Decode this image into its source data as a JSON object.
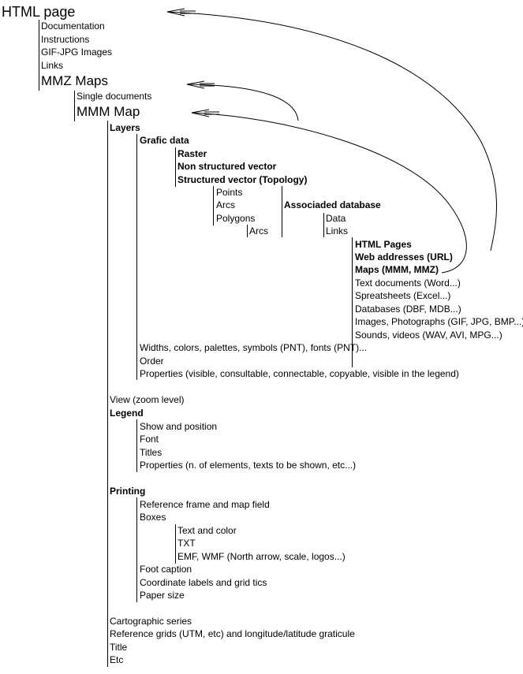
{
  "root": "HTML page",
  "html_children": [
    "Documentation",
    "Instructions",
    "GIF-JPG Images",
    "Links"
  ],
  "mmz": "MMZ Maps",
  "single_documents": "Single documents",
  "mmm": "MMM Map",
  "layers": "Layers",
  "grafic_data": "Grafic data",
  "grafic_children": [
    "Raster",
    "Non structured vector",
    "Structured vector (Topology)"
  ],
  "topology_children": [
    "Points",
    "Arcs",
    "Polygons"
  ],
  "polygon_arcs": "Arcs",
  "associated_db": "Associaded database",
  "db_children": [
    "Data",
    "Links"
  ],
  "link_targets": [
    "HTML Pages",
    "Web addresses (URL)",
    "Maps (MMM, MMZ)",
    "Text documents (Word...)",
    "Spreatsheets (Excel...)",
    "Databases (DBF, MDB...)",
    "Images, Photographs (GIF, JPG, BMP...)",
    "Sounds, videos (WAV, AVI, MPG...)"
  ],
  "layer_props": [
    "Widths, colors, palettes, symbols (PNT), fonts (PNT)...",
    "Order",
    "Properties (visible, consultable, connectable, copyable, visible in the legend)"
  ],
  "view": "View (zoom level)",
  "legend": "Legend",
  "legend_children": [
    "Show and position",
    "Font",
    "Titles",
    "Properties (n. of elements, texts to be shown, etc...)"
  ],
  "printing": "Printing",
  "printing_children": [
    "Reference frame and map field",
    "Boxes"
  ],
  "boxes_children": [
    "Text and color",
    "TXT",
    "EMF, WMF (North arrow, scale, logos...)"
  ],
  "printing_more": [
    "Foot caption",
    "Coordinate labels and grid tics",
    "Paper size"
  ],
  "map_more": [
    "Cartographic series",
    "Reference grids (UTM, etc) and longitude/latitude graticule",
    "Title",
    "Etc"
  ]
}
